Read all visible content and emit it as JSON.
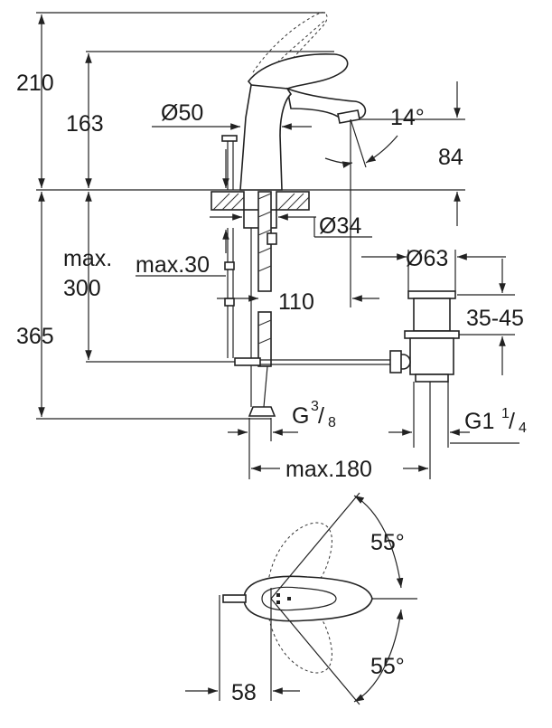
{
  "labels": {
    "h_total": "210",
    "h_spout": "163",
    "d_body": "Ø50",
    "angle_spout": "14°",
    "h_outlet": "84",
    "d_hole": "Ø34",
    "max_label": "max.",
    "max_depth": "300",
    "max_thick": "max.30",
    "projection": "110",
    "d_waste": "Ø63",
    "waste_adj": "35-45",
    "h_under": "365",
    "thread_g": "G",
    "thread_g_num": "3",
    "thread_g_den": "8",
    "thread_g1": "G1",
    "thread_g1_num": "1",
    "thread_g1_den": "4",
    "max_spread": "max.180",
    "swivel_top": "55°",
    "swivel_bottom": "55°",
    "lever_offset": "58"
  }
}
